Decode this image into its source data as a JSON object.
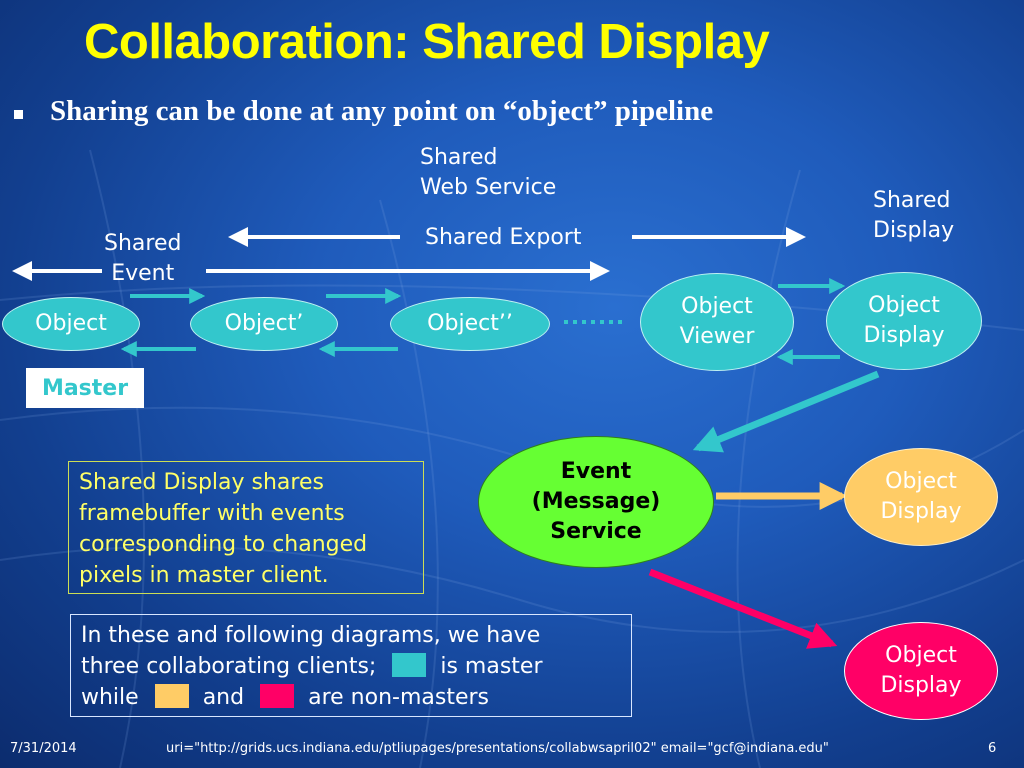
{
  "title": "Collaboration: Shared Display",
  "bullet": "Sharing can be done at any point on “object” pipeline",
  "labels": {
    "shared_web_service_1": "Shared",
    "shared_web_service_2": "Web Service",
    "shared_display_1": "Shared",
    "shared_display_2": "Display",
    "shared_event_1": "Shared",
    "shared_event_2": "Event",
    "shared_export": "Shared Export"
  },
  "nodes": {
    "object": "Object",
    "object_prime": "Object’",
    "object_double_prime": "Object’’",
    "viewer_1": "Object",
    "viewer_2": "Viewer",
    "display_master_1": "Object",
    "display_master_2": "Display",
    "event_service_1": "Event",
    "event_service_2": "(Message)",
    "event_service_3": "Service",
    "display_orange_1": "Object",
    "display_orange_2": "Display",
    "display_pink_1": "Object",
    "display_pink_2": "Display"
  },
  "master_label": "Master",
  "note1": {
    "line1": "Shared Display shares",
    "line2": "framebuffer with events",
    "line3": "corresponding to changed",
    "line4": "pixels in master client."
  },
  "note2": {
    "line1": "In these and following diagrams, we have",
    "line2a": "three collaborating clients;",
    "line2b": "is master",
    "line3a": "while",
    "line3b": "and",
    "line3c": "are non-masters"
  },
  "footer": {
    "date": "7/31/2014",
    "uri": "uri=\"http://grids.ucs.indiana.edu/ptliupages/presentations/collabwsapril02\" email=\"gcf@indiana.edu\"",
    "page": "6"
  },
  "colors": {
    "title": "#ffff00",
    "master_teal": "#33c7cc",
    "event_green": "#66ff33",
    "nonmaster_orange": "#ffcc66",
    "nonmaster_pink": "#ff0066"
  }
}
